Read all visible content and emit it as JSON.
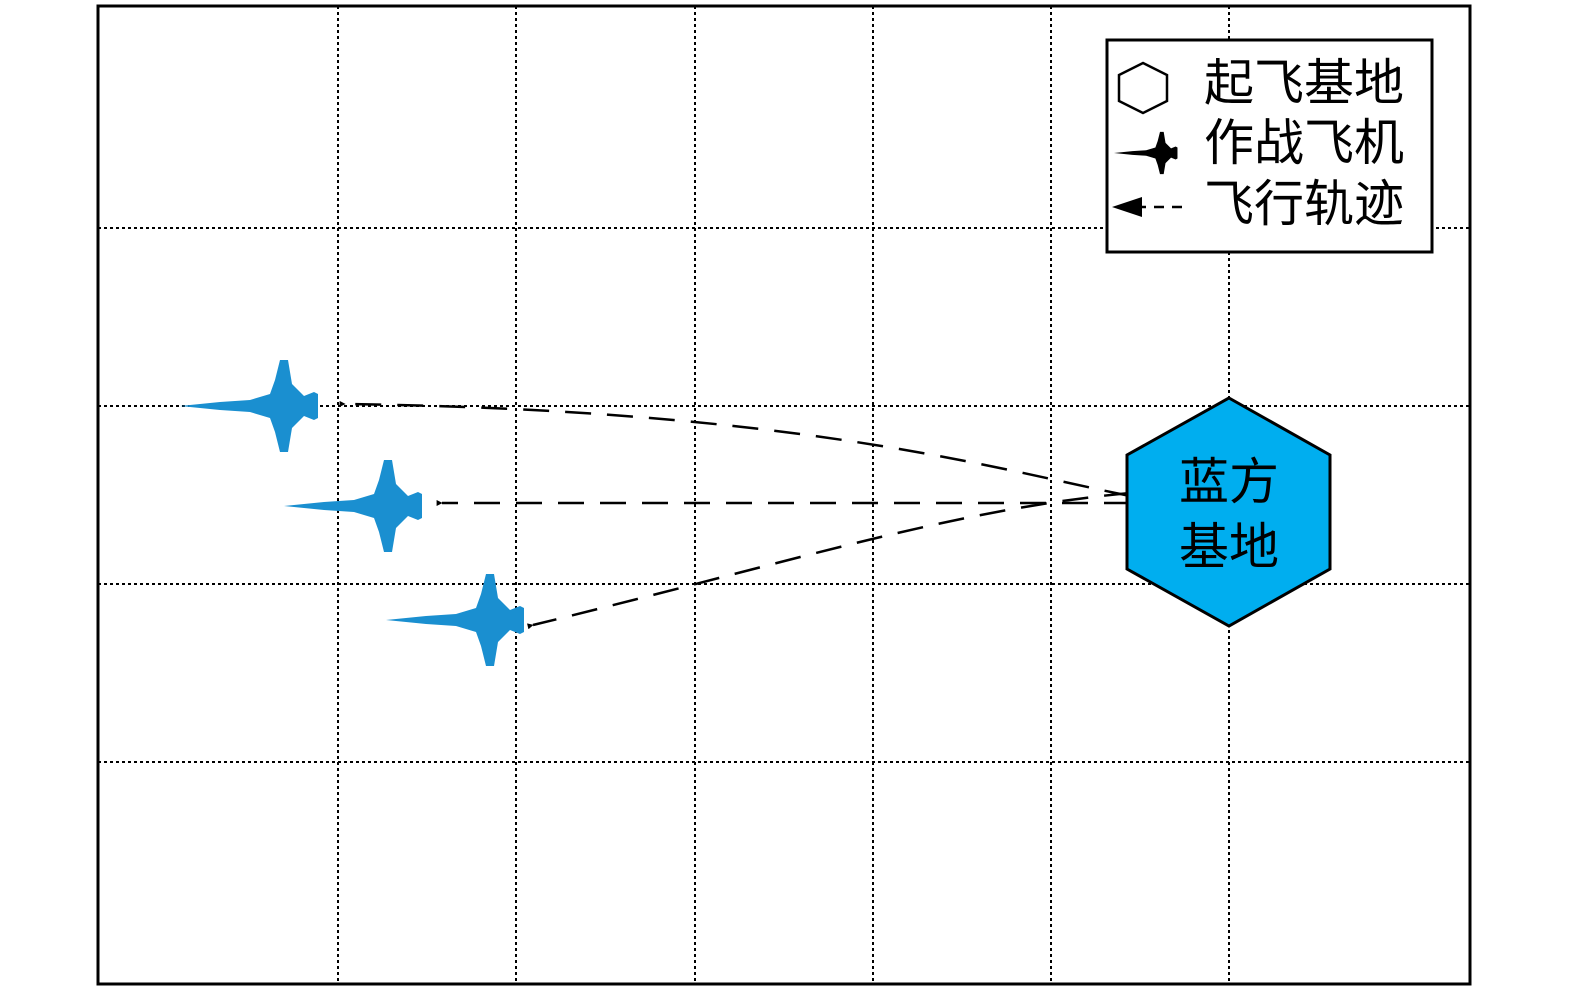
{
  "base": {
    "line1": "蓝方",
    "line2": "基地",
    "fill": "#00aeef"
  },
  "legend": {
    "items": [
      {
        "icon": "hexagon-icon",
        "label": "起飞基地"
      },
      {
        "icon": "fighter-jet-icon",
        "label": "作战飞机"
      },
      {
        "icon": "dashed-arrow-icon",
        "label": "飞行轨迹"
      }
    ]
  },
  "aircraft_color": "#1a8fd0",
  "aircraft": [
    {
      "name": "aircraft-1"
    },
    {
      "name": "aircraft-2"
    },
    {
      "name": "aircraft-3"
    }
  ]
}
